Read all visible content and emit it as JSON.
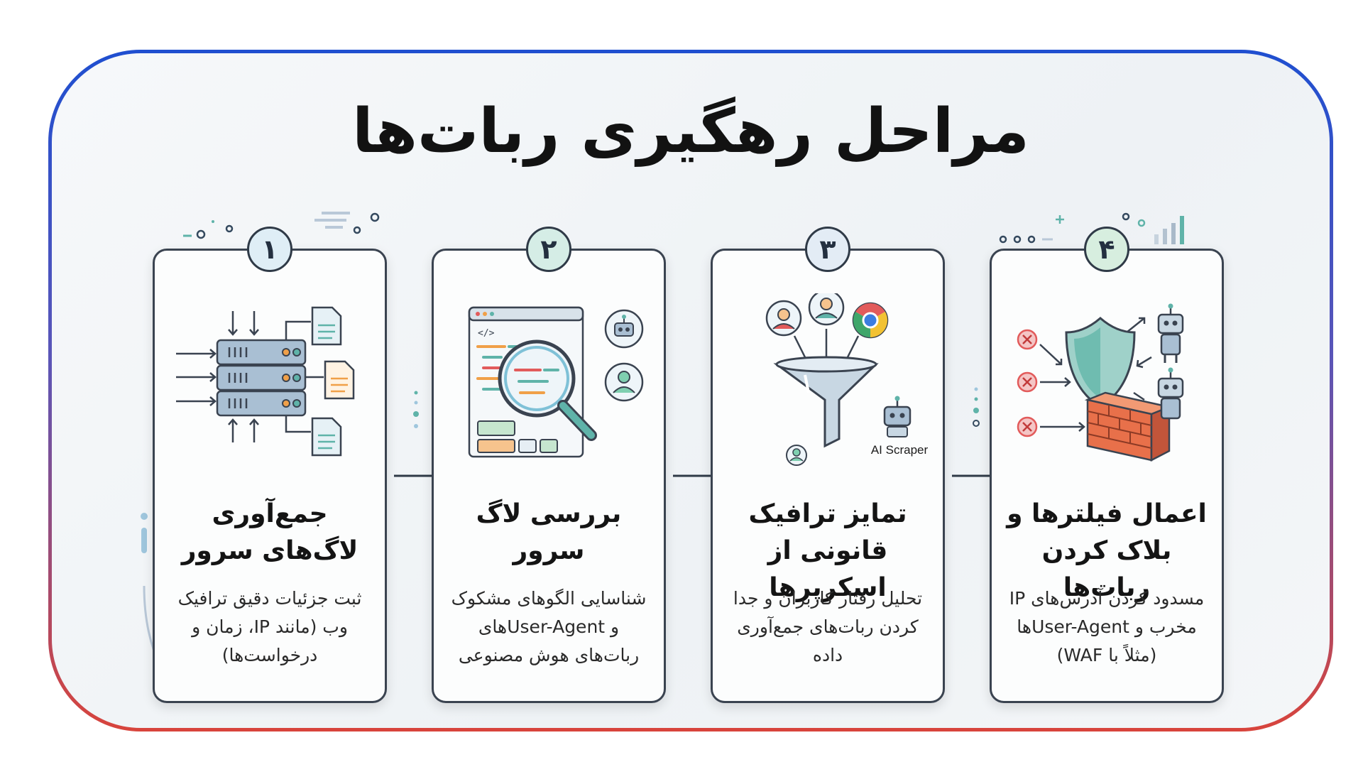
{
  "title": "مراحل رهگیری ربات‌ها",
  "steps": [
    {
      "number": "۱",
      "title": "جمع‌آوری لاگ‌های سرور",
      "description": "ثبت جزئیات دقیق ترافیک وب (مانند IP، زمان و درخواست‌ها)",
      "badge_color": "#dfeef6"
    },
    {
      "number": "۲",
      "title": "بررسی لاگ سرور",
      "description": "شناسایی الگوهای مشکوک و User-Agentهای ربات‌های هوش مصنوعی",
      "badge_color": "#d5ede6"
    },
    {
      "number": "۳",
      "title": "تمایز ترافیک قانونی از اسکرپرها",
      "description": "تحلیل رفتار کاربران و جدا کردن ربات‌های جمع‌آوری داده",
      "badge_color": "#e3ecf5"
    },
    {
      "number": "۴",
      "title": "اعمال فیلترها و بلاک کردن ربات‌ها",
      "description": "مسدود کردن آدرس‌های IP مخرب و User-Agentها (مثلاً با WAF)",
      "badge_color": "#d7eedf"
    }
  ],
  "illustration_labels": {
    "ai_scraper": "AI Scraper",
    "code_tag": "</>"
  },
  "colors": {
    "frame_top": "#1f4fd0",
    "frame_bottom": "#d8443c",
    "teal": "#5fb3a9",
    "accent_orange": "#f0a048",
    "danger_red": "#e25b5b"
  }
}
